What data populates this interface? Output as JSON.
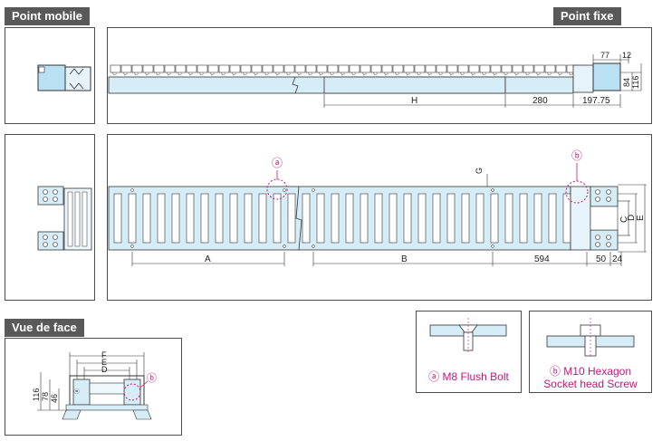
{
  "labels": {
    "point_mobile": "Point mobile",
    "point_fixe": "Point fixe",
    "vue_de_face": "Vue de face"
  },
  "side_view": {
    "dims": {
      "d77": "77",
      "d12": "12",
      "d84": "84",
      "d116": "116",
      "H": "H",
      "d280": "280",
      "d197": "197.75"
    }
  },
  "top_view": {
    "markers": {
      "a": "ⓐ",
      "b": "ⓑ",
      "G": "G"
    },
    "dims": {
      "A": "A",
      "B": "B",
      "d594": "594",
      "d50": "50",
      "d24": "24",
      "C": "C",
      "D": "D",
      "E": "E"
    }
  },
  "front_view": {
    "dims": {
      "F": "F",
      "E": "E",
      "D": "D",
      "d116": "116",
      "d78": "78",
      "d46": "46",
      "b": "ⓑ"
    }
  },
  "callouts": {
    "a_line1": "ⓐ M8 Flush Bolt",
    "b_line1": "ⓑ M10 Hexagon",
    "b_line2": "Socket head Screw"
  },
  "colors": {
    "fill": "#d6ecf7",
    "line": "#3a3a3a",
    "accent": "#c8147a",
    "tag": "#595959"
  }
}
